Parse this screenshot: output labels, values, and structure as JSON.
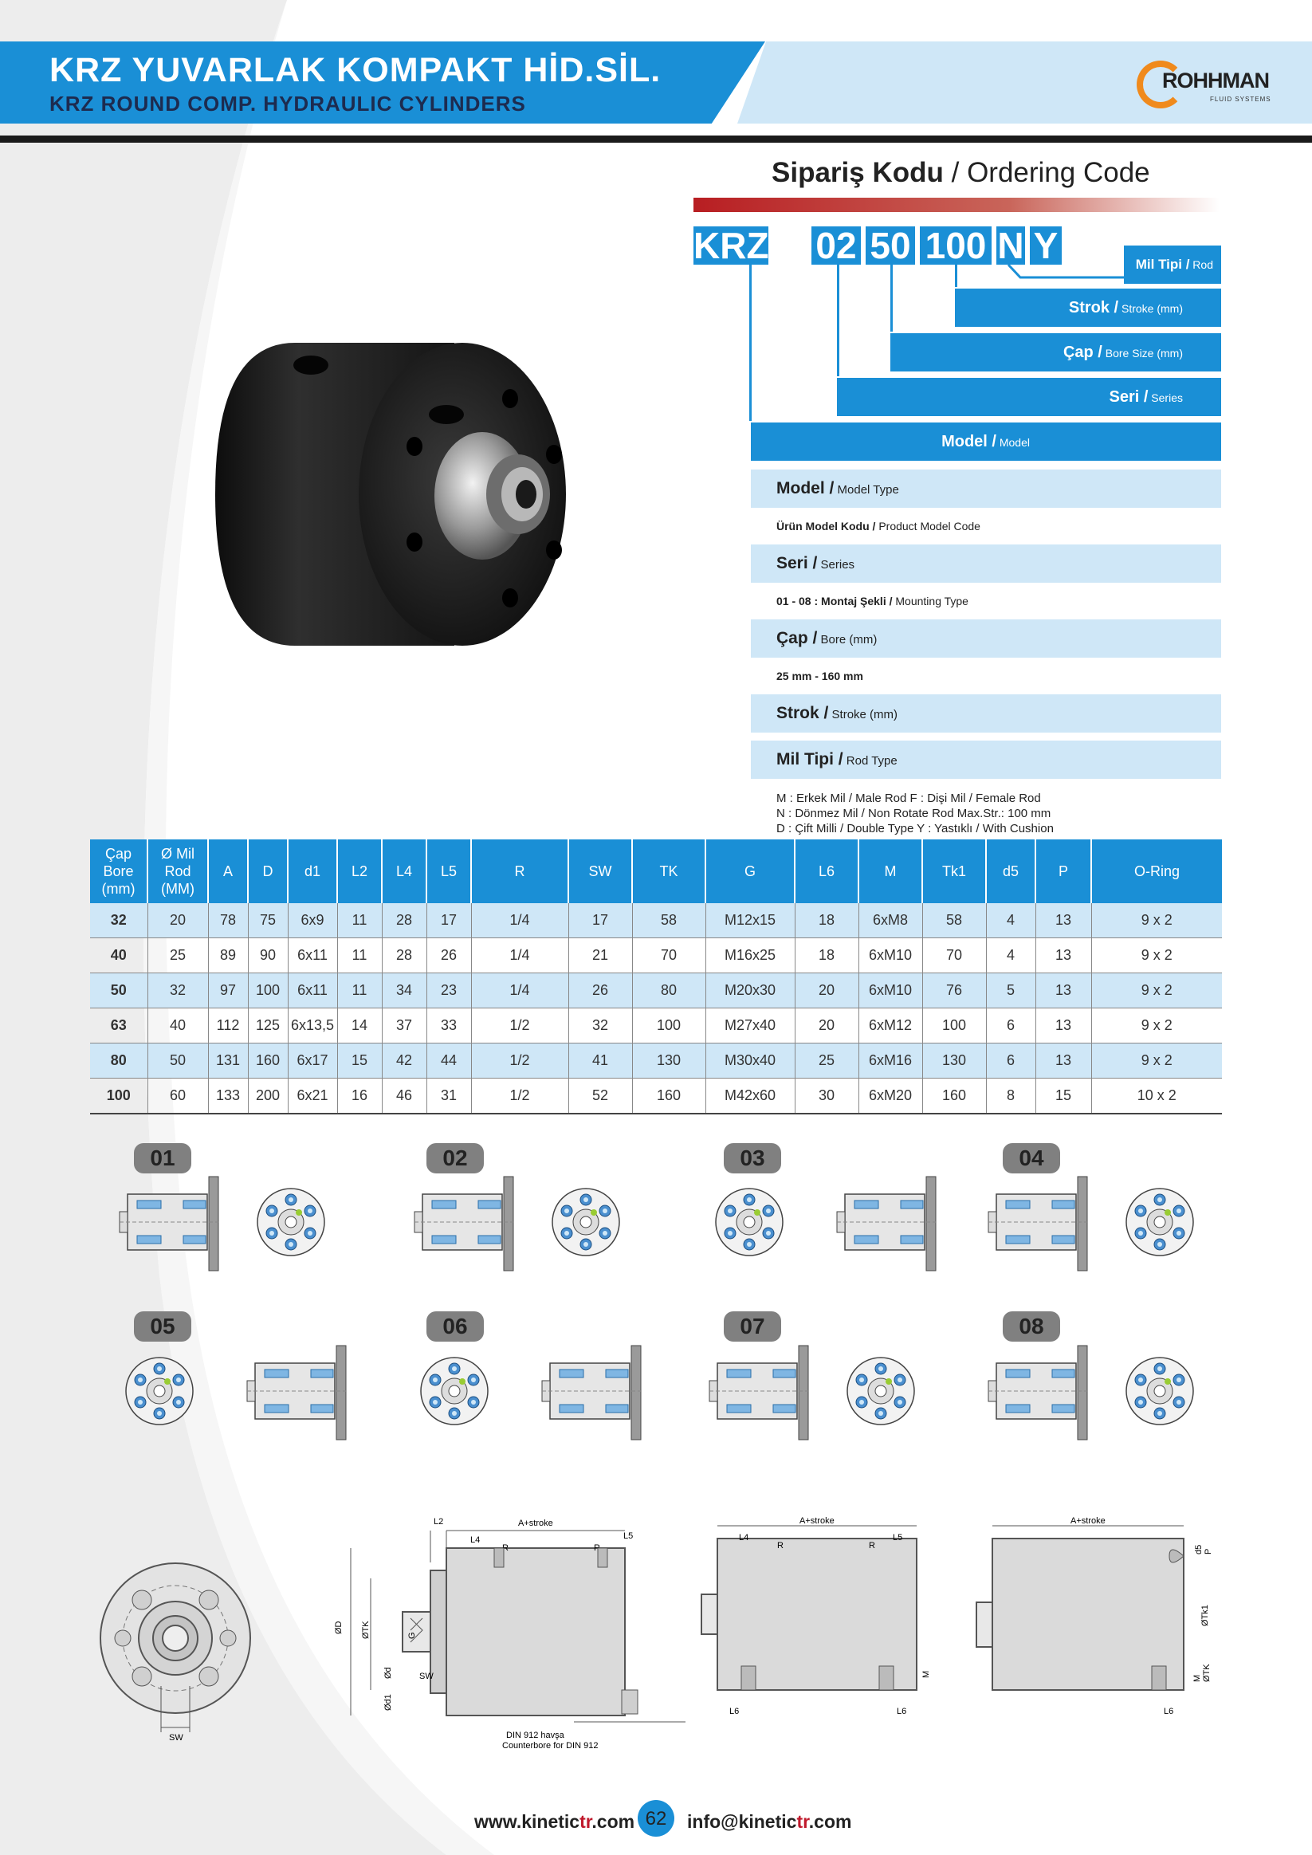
{
  "header": {
    "title_tr": "KRZ YUVARLAK KOMPAKT HİD.SİL.",
    "title_en": "KRZ ROUND COMP. HYDRAULIC CYLINDERS",
    "logo_text": "ROHHMAN",
    "logo_sub": "FLUID SYSTEMS"
  },
  "ordering": {
    "title_tr": "Sipariş Kodu",
    "title_sep": " / ",
    "title_en": "Ordering Code",
    "code_parts": [
      "KRZ",
      "02",
      "50",
      "100",
      "N",
      "Y"
    ],
    "labels": [
      {
        "tr": "Mil Tipi /",
        "en": " Rod"
      },
      {
        "tr": "Strok /",
        "en": " Stroke (mm)"
      },
      {
        "tr": "Çap /",
        "en": " Bore Size (mm)"
      },
      {
        "tr": "Seri /",
        "en": " Series"
      },
      {
        "tr": "Model /",
        "en": " Model"
      }
    ],
    "specs": [
      {
        "tr": "Model /",
        "en": " Model Type"
      },
      {
        "tr": "Seri /",
        "en": " Series"
      },
      {
        "tr": "Çap /",
        "en": " Bore (mm)"
      },
      {
        "tr": "Strok /",
        "en": " Stroke (mm)"
      },
      {
        "tr": "Mil Tipi /",
        "en": " Rod Type"
      }
    ],
    "notes": [
      {
        "tr": "Ürün Model Kodu /",
        "en": " Product Model Code"
      },
      {
        "tr": "01 - 08 : Montaj Şekli /",
        "en": " Mounting Type"
      },
      {
        "tr": "25 mm - 160 mm",
        "en": ""
      }
    ],
    "legend": [
      "M : Erkek Mil / Male Rod   F : Dişi Mil / Female Rod",
      "N : Dönmez Mil / Non Rotate Rod  Max.Str.: 100 mm",
      "D : Çift Milli / Double Type      Y : Yastıklı / With Cushion"
    ]
  },
  "table": {
    "headers": [
      "Çap\nBore\n(mm)",
      "Ø Mil\nRod\n(MM)",
      "A",
      "D",
      "d1",
      "L2",
      "L4",
      "L5",
      "R",
      "SW",
      "TK",
      "G",
      "L6",
      "M",
      "Tk1",
      "d5",
      "P",
      "O-Ring"
    ],
    "rows": [
      [
        "32",
        "20",
        "78",
        "75",
        "6x9",
        "11",
        "28",
        "17",
        "1/4",
        "17",
        "58",
        "M12x15",
        "18",
        "6xM8",
        "58",
        "4",
        "13",
        "9 x 2"
      ],
      [
        "40",
        "25",
        "89",
        "90",
        "6x11",
        "11",
        "28",
        "26",
        "1/4",
        "21",
        "70",
        "M16x25",
        "18",
        "6xM10",
        "70",
        "4",
        "13",
        "9 x 2"
      ],
      [
        "50",
        "32",
        "97",
        "100",
        "6x11",
        "11",
        "34",
        "23",
        "1/4",
        "26",
        "80",
        "M20x30",
        "20",
        "6xM10",
        "76",
        "5",
        "13",
        "9 x 2"
      ],
      [
        "63",
        "40",
        "112",
        "125",
        "6x13,5",
        "14",
        "37",
        "33",
        "1/2",
        "32",
        "100",
        "M27x40",
        "20",
        "6xM12",
        "100",
        "6",
        "13",
        "9 x 2"
      ],
      [
        "80",
        "50",
        "131",
        "160",
        "6x17",
        "15",
        "42",
        "44",
        "1/2",
        "41",
        "130",
        "M30x40",
        "25",
        "6xM16",
        "130",
        "6",
        "13",
        "9 x 2"
      ],
      [
        "100",
        "60",
        "133",
        "200",
        "6x21",
        "16",
        "46",
        "31",
        "1/2",
        "52",
        "160",
        "M42x60",
        "30",
        "6xM20",
        "160",
        "8",
        "15",
        "10 x 2"
      ]
    ]
  },
  "mounting_types": [
    "01",
    "02",
    "03",
    "04",
    "05",
    "06",
    "07",
    "08"
  ],
  "drawing_labels": {
    "a_stroke": "A+stroke",
    "counterbore_tr": "DIN 912 havşa",
    "counterbore_en": "Counterbore for DIN 912",
    "l2": "L2",
    "l4": "L4",
    "l5": "L5",
    "l6": "L6",
    "r": "R",
    "sw": "SW",
    "d": "ØD",
    "tk": "ØTK",
    "g": "G",
    "dd": "Ød",
    "d1": "Ød1",
    "m": "M",
    "d5": "d5",
    "p": "P",
    "tk1": "ØTk1"
  },
  "footer": {
    "web_pre": "www.kinetic",
    "web_red": "tr",
    "web_post": ".com",
    "page": "62",
    "mail_pre": "info@kinetic",
    "mail_red": "tr",
    "mail_post": ".com"
  },
  "colors": {
    "accent": "#1a8fd6",
    "light": "#cfe7f7",
    "red": "#b81e22",
    "orange": "#f08a1c"
  }
}
